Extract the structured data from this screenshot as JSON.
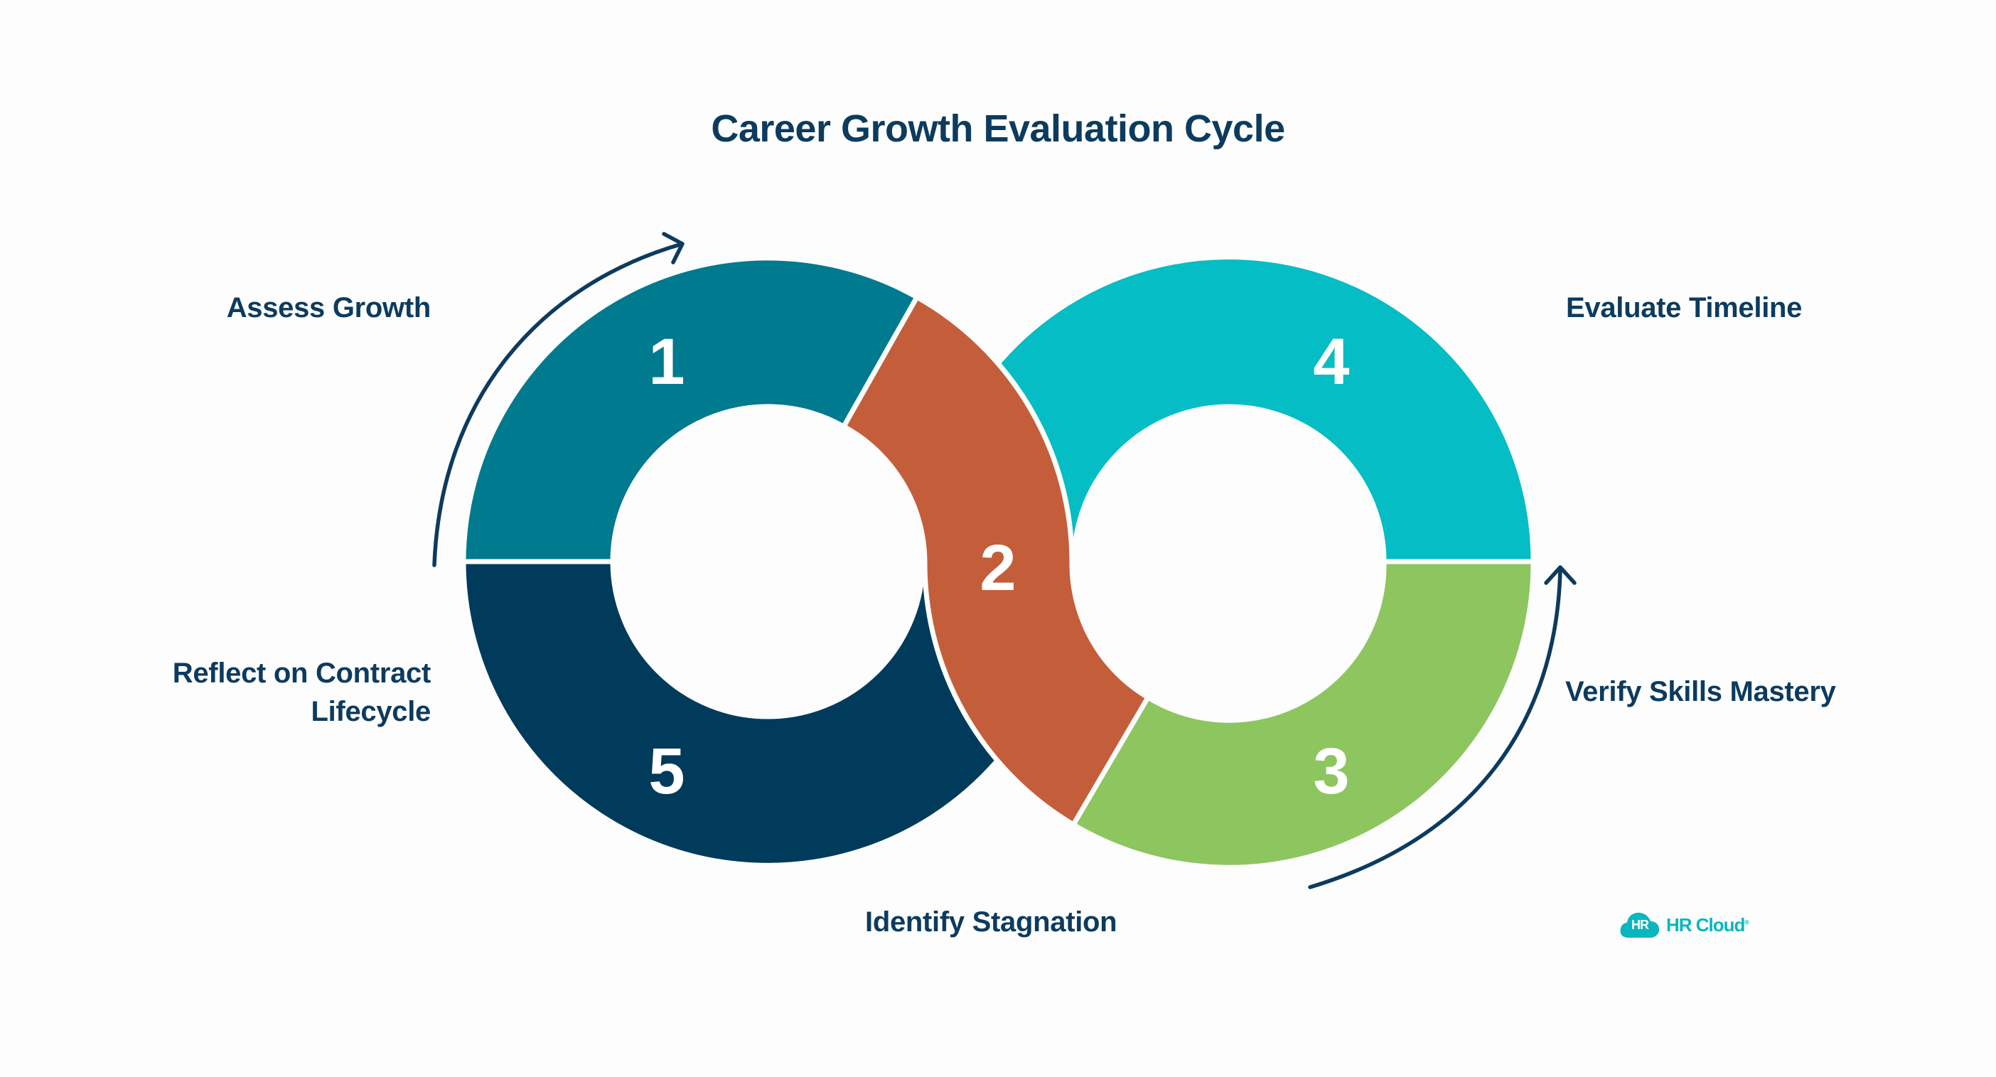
{
  "title": "Career Growth Evaluation Cycle",
  "steps": [
    {
      "number": "1",
      "label": "Assess Growth",
      "color": "#007a8e"
    },
    {
      "number": "2",
      "label": "Identify Stagnation",
      "color": "#c45e3a"
    },
    {
      "number": "3",
      "label": "Verify Skills Mastery",
      "color": "#8dc55f"
    },
    {
      "number": "4",
      "label": "Evaluate Timeline",
      "color": "#05bdc5"
    },
    {
      "number": "5",
      "label_line1": "Reflect on Contract",
      "label_line2": "Lifecycle",
      "color": "#003b5c"
    }
  ],
  "arrows": [
    {
      "name": "clockwise-arrow-left",
      "direction": "up-right"
    },
    {
      "name": "clockwise-arrow-right",
      "direction": "up"
    }
  ],
  "logo": {
    "icon_text": "HR",
    "text": "HR Cloud",
    "mark": "®",
    "color": "#08b6bf"
  },
  "colors": {
    "text": "#0d3b5e",
    "background": "#fdfdfd",
    "arrow": "#0d3b5e"
  }
}
